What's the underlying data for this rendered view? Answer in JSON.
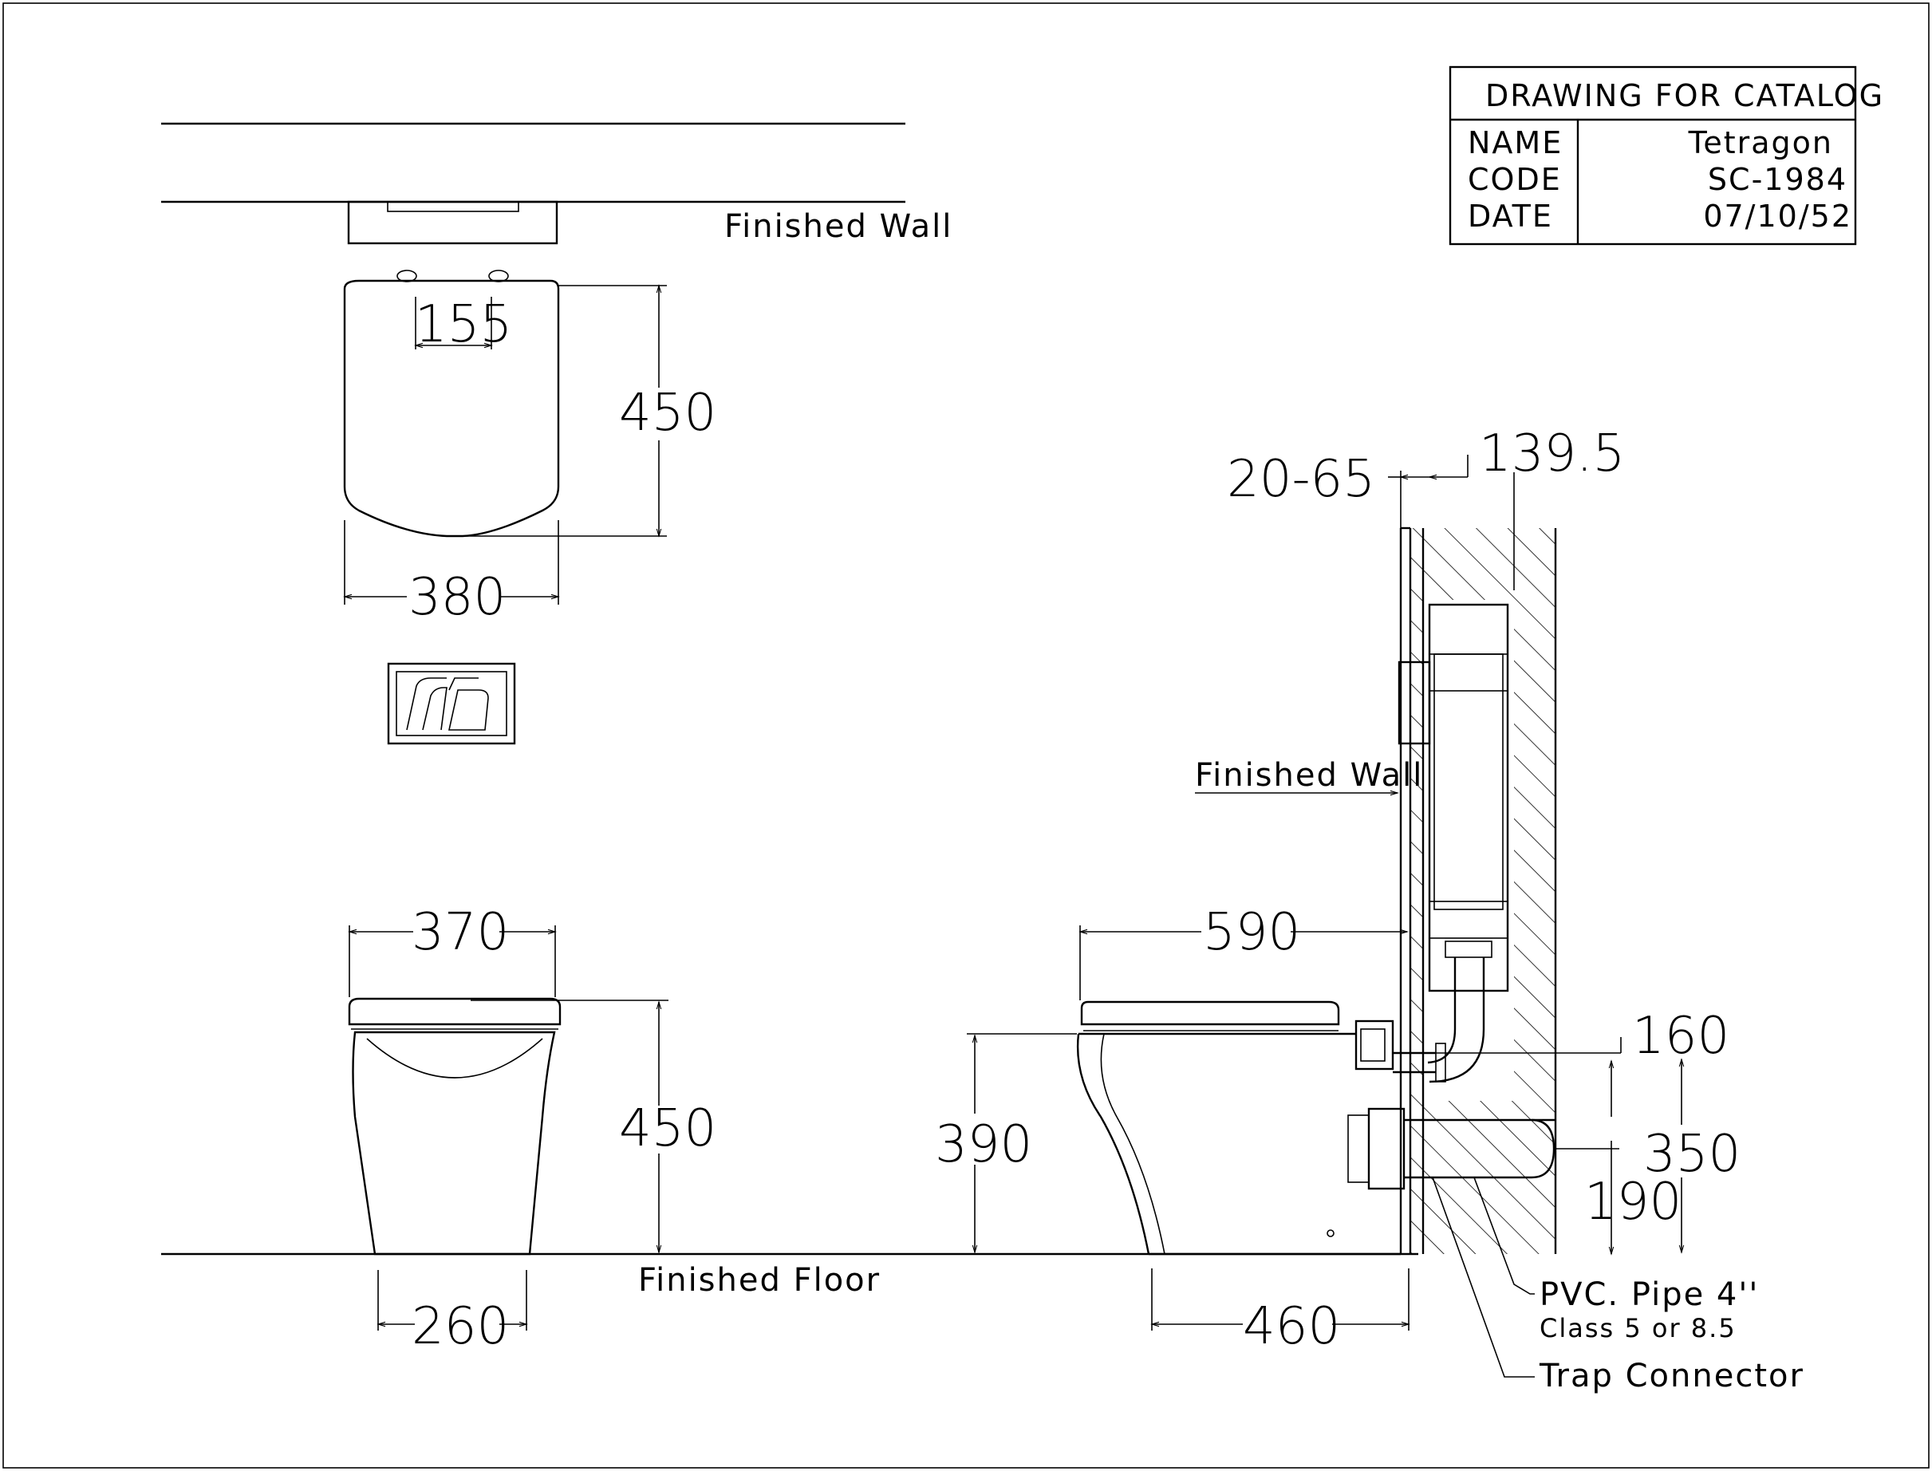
{
  "title_block": {
    "heading": "DRAWING FOR CATALOG",
    "name_label": "NAME",
    "name_value": "Tetragon",
    "code_label": "CODE",
    "code_value": "SC-1984",
    "date_label": "DATE",
    "date_value": "07/10/52"
  },
  "labels": {
    "finished_wall_top": "Finished Wall",
    "finished_wall_side": "Finished Wall",
    "finished_floor": "Finished Floor",
    "pvc_pipe": "PVC. Pipe 4''",
    "pvc_class": "Class 5 or 8.5",
    "trap_connector": "Trap Connector"
  },
  "dimensions": {
    "top_hole_spacing": "155",
    "top_seat_depth": "450",
    "top_width": "380",
    "front_top_width": "370",
    "front_height": "450",
    "front_base_width": "260",
    "side_height": "390",
    "side_length": "590",
    "side_base_length": "460",
    "wall_cover": "20-65",
    "frame_depth": "139.5",
    "inlet_height": "350",
    "inlet_dim": "160",
    "outlet_height": "190"
  }
}
